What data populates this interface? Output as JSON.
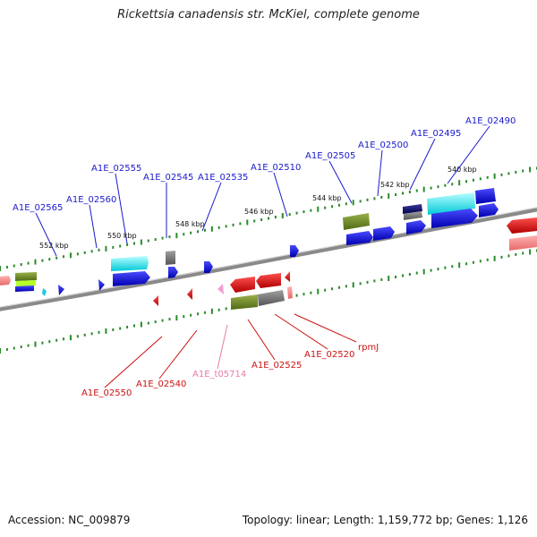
{
  "title": "Rickettsia canadensis str. McKiel, complete genome",
  "footer": {
    "accession": "Accession: NC_009879",
    "stats": "Topology: linear; Length: 1,159,772 bp; Genes: 1,126"
  },
  "colors": {
    "forward_label": "#1a1acc",
    "reverse_label": "#cc1111",
    "trna_label": "#e87aa8",
    "backbone": "#7a7a7a",
    "tick": "#2a8a2a"
  },
  "ruler": [
    {
      "label": "552 kbp"
    },
    {
      "label": "550 kbp"
    },
    {
      "label": "548 kbp"
    },
    {
      "label": "546 kbp"
    },
    {
      "label": "544 kbp"
    },
    {
      "label": "542 kbp"
    },
    {
      "label": "540 kbp"
    }
  ],
  "forward_genes": [
    {
      "label": "A1E_02565"
    },
    {
      "label": "A1E_02560"
    },
    {
      "label": "A1E_02555"
    },
    {
      "label": "A1E_02545"
    },
    {
      "label": "A1E_02535"
    },
    {
      "label": "A1E_02510"
    },
    {
      "label": "A1E_02505"
    },
    {
      "label": "A1E_02500"
    },
    {
      "label": "A1E_02495"
    },
    {
      "label": "A1E_02490"
    }
  ],
  "reverse_genes": [
    {
      "label": "A1E_02550"
    },
    {
      "label": "A1E_02540"
    },
    {
      "label": "A1E_t05714"
    },
    {
      "label": "A1E_02525"
    },
    {
      "label": "A1E_02520"
    },
    {
      "label": "rpmJ"
    }
  ]
}
